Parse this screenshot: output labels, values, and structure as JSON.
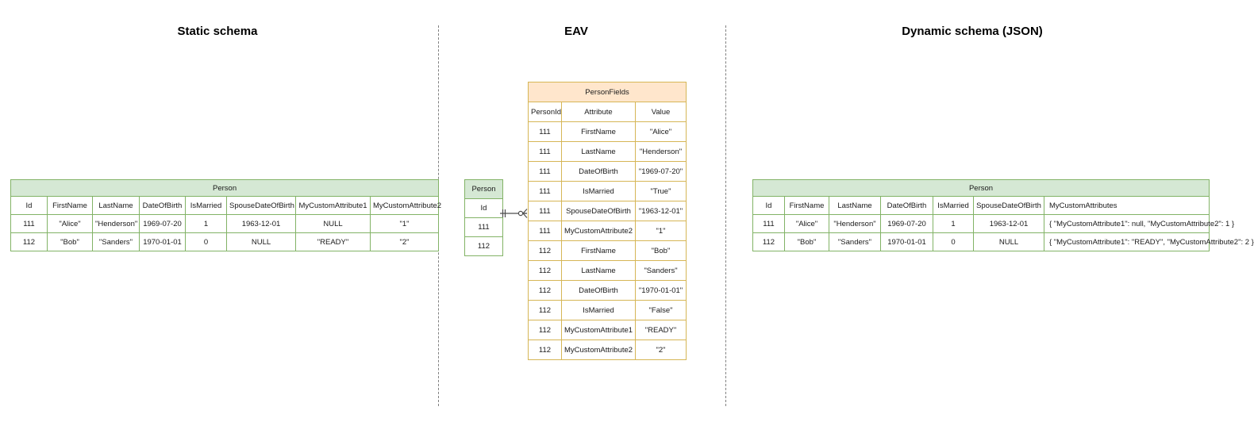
{
  "sections": [
    {
      "id": "static",
      "title": "Static schema"
    },
    {
      "id": "eav",
      "title": "EAV"
    },
    {
      "id": "dynamic",
      "title": "Dynamic schema (JSON)"
    }
  ],
  "colors": {
    "green_header": "#d5e8d4",
    "green_border": "#82b366",
    "orange_header": "#ffe6cc",
    "orange_border": "#d6b656",
    "divider": "#808080"
  },
  "static_schema": {
    "table_name": "Person",
    "columns": [
      "Id",
      "FirstName",
      "LastName",
      "DateOfBirth",
      "IsMarried",
      "SpouseDateOfBirth",
      "MyCustomAttribute1",
      "MyCustomAttribute2"
    ],
    "rows": [
      [
        "111",
        "\"Alice\"",
        "\"Henderson\"",
        "1969-07-20",
        "1",
        "1963-12-01",
        "NULL",
        "\"1\""
      ],
      [
        "112",
        "\"Bob\"",
        "\"Sanders\"",
        "1970-01-01",
        "0",
        "NULL",
        "\"READY\"",
        "\"2\""
      ]
    ]
  },
  "eav": {
    "person_table": {
      "table_name": "Person",
      "columns": [
        "Id"
      ],
      "rows": [
        [
          "111"
        ],
        [
          "112"
        ]
      ]
    },
    "personfields_table": {
      "table_name": "PersonFields",
      "columns": [
        "PersonId",
        "Attribute",
        "Value"
      ],
      "rows": [
        [
          "111",
          "FirstName",
          "\"Alice\""
        ],
        [
          "111",
          "LastName",
          "\"Henderson\""
        ],
        [
          "111",
          "DateOfBirth",
          "\"1969-07-20\""
        ],
        [
          "111",
          "IsMarried",
          "\"True\""
        ],
        [
          "111",
          "SpouseDateOfBirth",
          "\"1963-12-01\""
        ],
        [
          "111",
          "MyCustomAttribute2",
          "\"1\""
        ],
        [
          "112",
          "FirstName",
          "\"Bob\""
        ],
        [
          "112",
          "LastName",
          "\"Sanders\""
        ],
        [
          "112",
          "DateOfBirth",
          "\"1970-01-01\""
        ],
        [
          "112",
          "IsMarried",
          "\"False\""
        ],
        [
          "112",
          "MyCustomAttribute1",
          "\"READY\""
        ],
        [
          "112",
          "MyCustomAttribute2",
          "\"2\""
        ]
      ]
    },
    "relationship": {
      "left_cardinality": "one-exactly",
      "right_cardinality": "zero-or-many"
    }
  },
  "dynamic_schema": {
    "table_name": "Person",
    "columns": [
      "Id",
      "FirstName",
      "LastName",
      "DateOfBirth",
      "IsMarried",
      "SpouseDateOfBirth",
      "MyCustomAttributes"
    ],
    "rows": [
      [
        "111",
        "\"Alice\"",
        "\"Henderson\"",
        "1969-07-20",
        "1",
        "1963-12-01",
        "{ \"MyCustomAttribute1\": null, \"MyCustomAttribute2\": 1 }"
      ],
      [
        "112",
        "\"Bob\"",
        "\"Sanders\"",
        "1970-01-01",
        "0",
        "NULL",
        "{ \"MyCustomAttribute1\": \"READY\", \"MyCustomAttribute2\": 2 }"
      ]
    ]
  }
}
